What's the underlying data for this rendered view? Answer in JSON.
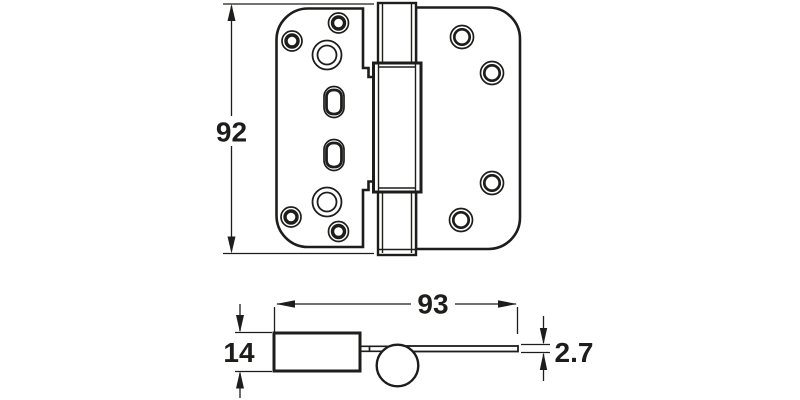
{
  "drawing": {
    "subject": "door-hinge-technical-drawing",
    "background": "#ffffff",
    "line_color": "#1d1d1b"
  },
  "dimensions": {
    "front_height": "92",
    "side_width": "93",
    "side_leaf_height": "14",
    "side_plate_thickness": "2.7"
  }
}
